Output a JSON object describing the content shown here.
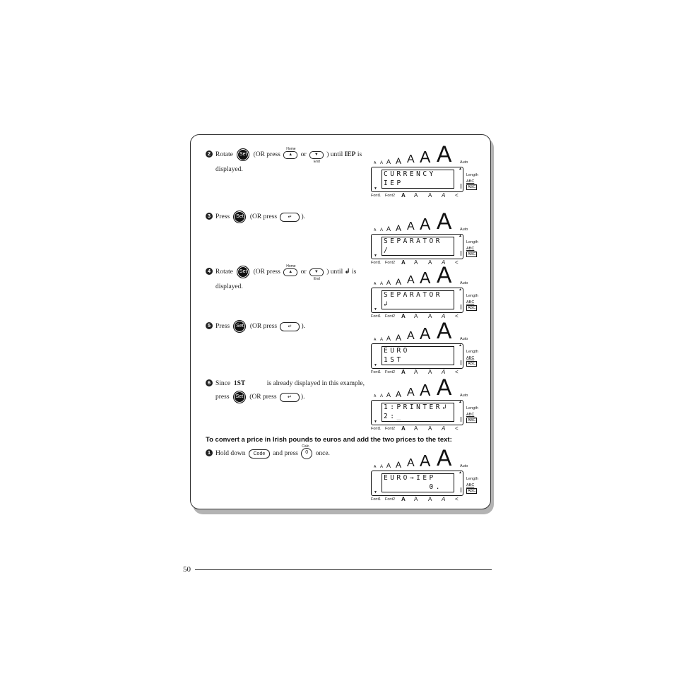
{
  "page_number": "50",
  "steps": [
    {
      "num": "2",
      "pre": "Rotate",
      "set": "Set",
      "mid": "(OR press",
      "or": "or",
      "home": "Home",
      "end": "End",
      "post": ") until",
      "bold": "IEP",
      "post2": "is",
      "line2": "displayed."
    },
    {
      "num": "3",
      "pre": "Press",
      "set": "Set",
      "mid": "(OR press",
      "post": ")."
    },
    {
      "num": "4",
      "pre": "Rotate",
      "set": "Set",
      "mid": "(OR press",
      "or": "or",
      "home": "Home",
      "end": "End",
      "post": ") until",
      "symbol": "↲",
      "post2": "is",
      "line2": "displayed."
    },
    {
      "num": "5",
      "pre": "Press",
      "set": "Set",
      "mid": "(OR press",
      "post": ")."
    },
    {
      "num": "6",
      "pre": "Since",
      "bold": "1ST",
      "text": "is already displayed in this example,",
      "pre2": "press",
      "set": "Set",
      "mid": "(OR press",
      "post": ")."
    }
  ],
  "heading": "To convert a price in Irish pounds to euros and add the two prices to the text:",
  "step1": {
    "num": "1",
    "pre": "Hold down",
    "code": "Code",
    "mid": "and press",
    "key_label": "Calc.",
    "key_digit": "0",
    "post": "once."
  },
  "lcd_common": {
    "sizes": [
      "A",
      "A",
      "A",
      "A",
      "A",
      "A",
      "A"
    ],
    "auto": "Auto",
    "side": {
      "length": "Length",
      "abc1": "ABC",
      "abc2": "ABC"
    },
    "bottom": [
      "Font1",
      "Font2",
      "A",
      "A",
      "A",
      "A",
      "<"
    ]
  },
  "displays": [
    {
      "line1": "CURRENCY",
      "line2": "IEP"
    },
    {
      "line1": "SEPARATOR",
      "line2": "/"
    },
    {
      "line1": "SEPARATOR",
      "line2": "↲"
    },
    {
      "line1": "EURO",
      "line2": "1ST"
    },
    {
      "line1": "1:PRINTER↲",
      "line2": "2:_"
    },
    {
      "line1": "EURO→IEP",
      "line2": "       0."
    }
  ]
}
